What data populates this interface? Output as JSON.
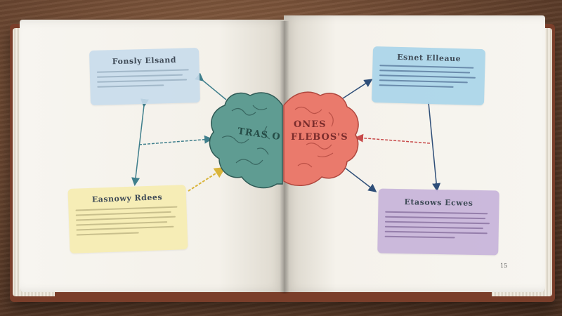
{
  "image": {
    "subject": "open book with hand-drawn mind map on a wooden table",
    "colors": {
      "table": "#6f4a33",
      "book_cover": "#7a3e2a",
      "page": "#f5f2eb",
      "left_brain": "#5f9c92",
      "right_brain": "#ea7a6c",
      "blue_card": "#c8dcec",
      "yellow_card": "#f7edb1",
      "cyan_card": "#a9d5ea",
      "purple_card": "#c7b3da"
    }
  },
  "cards": {
    "top_left": {
      "title": "Fonsly Elsand"
    },
    "bottom_left": {
      "title": "Easnowy Rdees"
    },
    "top_right": {
      "title": "Esnet Elleaue"
    },
    "bottom_right": {
      "title": "Etasows Ecwes"
    }
  },
  "brain": {
    "left_label": "TRAS O",
    "right_label_line1": "ONES",
    "right_label_line2": "FLEBOS'S"
  },
  "page_number": "15"
}
